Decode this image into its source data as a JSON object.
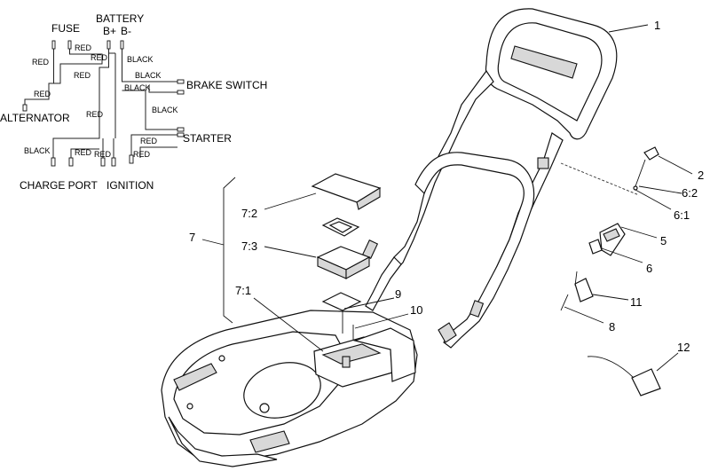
{
  "schematic": {
    "components": {
      "fuse": "FUSE",
      "battery": "BATTERY",
      "battery_pos": "B+",
      "battery_neg": "B-",
      "brake_switch": "BRAKE SWITCH",
      "starter": "STARTER",
      "alternator": "ALTERNATOR",
      "charge_port": "CHARGE PORT",
      "ignition": "IGNITION"
    },
    "wires": {
      "red_fuse_out": "RED",
      "red_fuse_in": "RED",
      "red_left": "RED",
      "red_mid": "RED",
      "red_alt": "RED",
      "red_bus": "RED",
      "black_b_minus": "BLACK",
      "black_brake_1": "BLACK",
      "black_brake_2": "BLACK",
      "black_brake_3": "BLACK",
      "red_starter_1": "RED",
      "red_starter_2": "RED",
      "black_charge": "BLACK",
      "red_charge": "RED",
      "red_ignition": "RED"
    }
  },
  "callouts": {
    "c1": "1",
    "c2": "2",
    "c6_2": "6:2",
    "c6_1": "6:1",
    "c5": "5",
    "c6": "6",
    "c11": "11",
    "c8": "8",
    "c12": "12",
    "c7": "7",
    "c7_2": "7:2",
    "c7_3": "7:3",
    "c7_1": "7:1",
    "c9": "9",
    "c10": "10"
  }
}
